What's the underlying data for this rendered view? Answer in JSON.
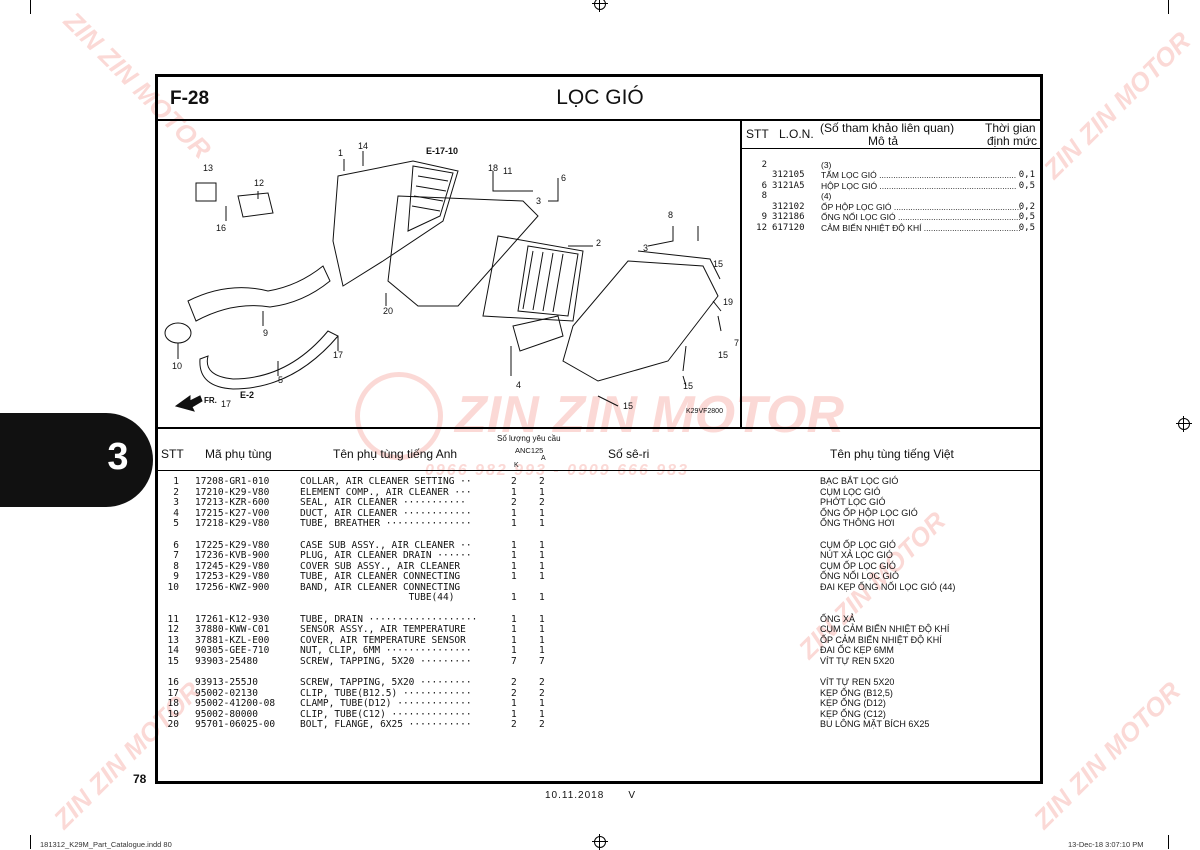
{
  "header": {
    "section_code": "F-28",
    "title": "LỌC GIÓ"
  },
  "diagram": {
    "ref_labels": [
      "E-17-10",
      "E-2",
      "FR."
    ],
    "image_code": "K29VF2800",
    "callouts": [
      "1",
      "2",
      "3",
      "3",
      "4",
      "5",
      "6",
      "7",
      "8",
      "9",
      "10",
      "11",
      "12",
      "13",
      "14",
      "15",
      "15",
      "15",
      "15",
      "16",
      "17",
      "17",
      "18",
      "19",
      "20"
    ]
  },
  "reference": {
    "headers": {
      "stt": "STT",
      "lon": "L.O.N.",
      "desc_line1": "(Số tham khảo liên quan)",
      "desc_line2": "Mô tả",
      "time_line1": "Thời gian",
      "time_line2": "định mức"
    },
    "rows": [
      {
        "stt": "2",
        "lon": "",
        "desc": "(3)",
        "time": ""
      },
      {
        "stt": "",
        "lon": "312105",
        "desc": "TẤM LỌC GIÓ ..........................................................",
        "time": "0,1"
      },
      {
        "stt": "6",
        "lon": "3121A5",
        "desc": "HỘP LỌC GIÓ ..........................................................",
        "time": "0,5"
      },
      {
        "stt": "8",
        "lon": "",
        "desc": "(4)",
        "time": ""
      },
      {
        "stt": "",
        "lon": "312102",
        "desc": "ỐP HỘP LỌC GIÓ ......................................................",
        "time": "0,2"
      },
      {
        "stt": "9",
        "lon": "312186",
        "desc": "ỐNG NỐI LỌC GIÓ ....................................................",
        "time": "0,5"
      },
      {
        "stt": "12",
        "lon": "617120",
        "desc": "CẢM BIẾN NHIỆT ĐỘ KHÍ .........................................",
        "time": "0,5"
      }
    ]
  },
  "parts_table": {
    "headers": {
      "stt": "STT",
      "code": "Mã phụ tùng",
      "name_en": "Tên phụ tùng tiếng Anh",
      "qty_title": "Số lượng yêu cầu",
      "model": "ANC125",
      "col_k": "K",
      "col_a": "A",
      "serial": "Số sê-ri",
      "name_vn": "Tên phụ tùng tiếng Việt"
    },
    "groups": [
      [
        {
          "stt": "1",
          "code": "17208-GR1-010",
          "en": "COLLAR, AIR CLEANER SETTING ··",
          "k": "2",
          "a": "2",
          "vn": "BẠC BẮT LỌC GIÓ"
        },
        {
          "stt": "2",
          "code": "17210-K29-V80",
          "en": "ELEMENT COMP., AIR CLEANER ···",
          "k": "1",
          "a": "1",
          "vn": "CỤM LỌC GIÓ"
        },
        {
          "stt": "3",
          "code": "17213-KZR-600",
          "en": "SEAL, AIR CLEANER ···········",
          "k": "2",
          "a": "2",
          "vn": "PHỚT LỌC GIÓ"
        },
        {
          "stt": "4",
          "code": "17215-K27-V00",
          "en": "DUCT, AIR CLEANER ············",
          "k": "1",
          "a": "1",
          "vn": "ỐNG ỐP HỘP LỌC GIÓ"
        },
        {
          "stt": "5",
          "code": "17218-K29-V80",
          "en": "TUBE, BREATHER ···············",
          "k": "1",
          "a": "1",
          "vn": "ỐNG THÔNG HƠI"
        }
      ],
      [
        {
          "stt": "6",
          "code": "17225-K29-V80",
          "en": "CASE SUB ASSY., AIR CLEANER ··",
          "k": "1",
          "a": "1",
          "vn": "CỤM ỐP LỌC GIÓ"
        },
        {
          "stt": "7",
          "code": "17236-KVB-900",
          "en": "PLUG, AIR CLEANER DRAIN ······",
          "k": "1",
          "a": "1",
          "vn": "NÚT XẢ LỌC GIÓ"
        },
        {
          "stt": "8",
          "code": "17245-K29-V80",
          "en": "COVER SUB ASSY., AIR CLEANER",
          "k": "1",
          "a": "1",
          "vn": "CỤM ỐP LỌC GIÓ"
        },
        {
          "stt": "9",
          "code": "17253-K29-V80",
          "en": "TUBE, AIR CLEANER CONNECTING",
          "k": "1",
          "a": "1",
          "vn": "ỐNG NỐI LỌC GIÓ"
        },
        {
          "stt": "10",
          "code": "17256-KWZ-900",
          "en": "BAND, AIR CLEANER CONNECTING",
          "k": "",
          "a": "",
          "vn": "ĐAI KẸP ỐNG NỐI LỌC GIÓ (44)"
        },
        {
          "stt": "",
          "code": "",
          "en": "                   TUBE(44)",
          "k": "1",
          "a": "1",
          "vn": ""
        }
      ],
      [
        {
          "stt": "11",
          "code": "17261-K12-930",
          "en": "TUBE, DRAIN ···················",
          "k": "1",
          "a": "1",
          "vn": "ỐNG XẢ"
        },
        {
          "stt": "12",
          "code": "37880-KWW-C01",
          "en": "SENSOR ASSY., AIR TEMPERATURE",
          "k": "1",
          "a": "1",
          "vn": "CỤM CẢM BIẾN NHIỆT ĐỘ KHÍ"
        },
        {
          "stt": "13",
          "code": "37881-KZL-E00",
          "en": "COVER, AIR TEMPERATURE SENSOR",
          "k": "1",
          "a": "1",
          "vn": "ỐP CẢM BIẾN NHIỆT ĐỘ KHÍ"
        },
        {
          "stt": "14",
          "code": "90305-GEE-710",
          "en": "NUT, CLIP, 6MM ···············",
          "k": "1",
          "a": "1",
          "vn": "ĐAI ỐC KẸP 6MM"
        },
        {
          "stt": "15",
          "code": "93903-25480",
          "en": "SCREW, TAPPING, 5X20 ·········",
          "k": "7",
          "a": "7",
          "vn": "VÍT TỰ REN 5X20"
        }
      ],
      [
        {
          "stt": "16",
          "code": "93913-255J0",
          "en": "SCREW, TAPPING, 5X20 ·········",
          "k": "2",
          "a": "2",
          "vn": "VÍT TỰ REN 5X20"
        },
        {
          "stt": "17",
          "code": "95002-02130",
          "en": "CLIP, TUBE(B12.5) ············",
          "k": "2",
          "a": "2",
          "vn": "KẸP ỐNG (B12,5)"
        },
        {
          "stt": "18",
          "code": "95002-41200-08",
          "en": "CLAMP, TUBE(D12) ·············",
          "k": "1",
          "a": "1",
          "vn": "KẸP ỐNG (D12)"
        },
        {
          "stt": "19",
          "code": "95002-80000",
          "en": "CLIP, TUBE(C12) ··············",
          "k": "1",
          "a": "1",
          "vn": "KẸP ỐNG (C12)"
        },
        {
          "stt": "20",
          "code": "95701-06025-00",
          "en": "BOLT, FLANGE, 6X25 ···········",
          "k": "2",
          "a": "2",
          "vn": "BU LÔNG MẶT BÍCH 6X25"
        }
      ]
    ]
  },
  "side_tab": {
    "number": "3"
  },
  "footer": {
    "page_number": "78",
    "print_date": "10.11.2018",
    "version": "V",
    "file_info": "181312_K29M_Part_Catalogue.indd   80",
    "timestamp": "13-Dec-18   3:07:10 PM"
  },
  "watermark": {
    "brand": "ZIN ZIN MOTOR",
    "phone": "0966 982 993 - 0909 666 983"
  }
}
